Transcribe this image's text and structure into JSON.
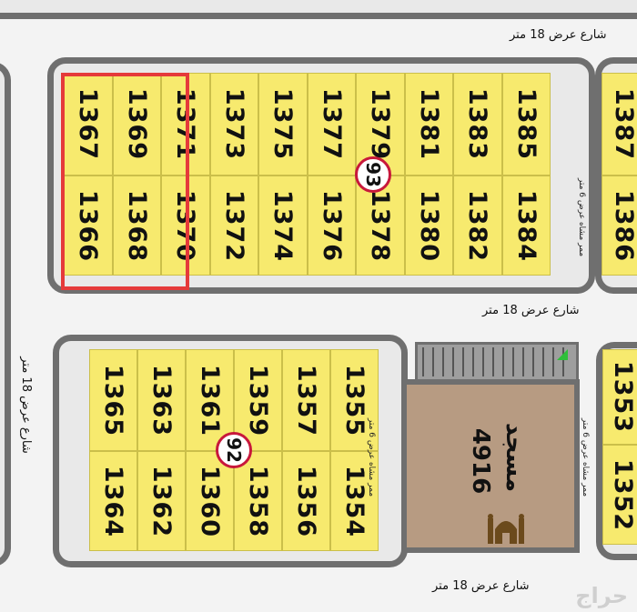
{
  "streets": {
    "top": "شارع عرض 18 متر",
    "middle": "شارع عرض 18 متر",
    "bottom": "شارع عرض 18 متر",
    "left": "شارع عرض 18 متر"
  },
  "walkways": {
    "upper": "ممر مشاه عرض 6 متر",
    "lower_left": "ممر مشاه عرض 6 متر",
    "lower_right": "ممر مشاه عرض 6 متر"
  },
  "block_93": {
    "number": "93",
    "top_row": [
      "1367",
      "1369",
      "1371",
      "1373",
      "1375",
      "1377",
      "1379",
      "1381",
      "1383",
      "1385"
    ],
    "bottom_row": [
      "1366",
      "1368",
      "1370",
      "1372",
      "1374",
      "1376",
      "1378",
      "1380",
      "1382",
      "1384"
    ],
    "next_top": "1387",
    "next_bottom": "1386"
  },
  "block_92": {
    "number": "92",
    "top_row": [
      "1365",
      "1363",
      "1361",
      "1359",
      "1357",
      "1355"
    ],
    "bottom_row": [
      "1364",
      "1362",
      "1360",
      "1358",
      "1356",
      "1354"
    ],
    "next_top": "1353",
    "next_bottom": "1352"
  },
  "mosque": {
    "label": "مسجد",
    "number": "4916"
  },
  "highlight_color": "#e53a3a",
  "lot_color": "#f7ea6e",
  "watermark": "حراج"
}
